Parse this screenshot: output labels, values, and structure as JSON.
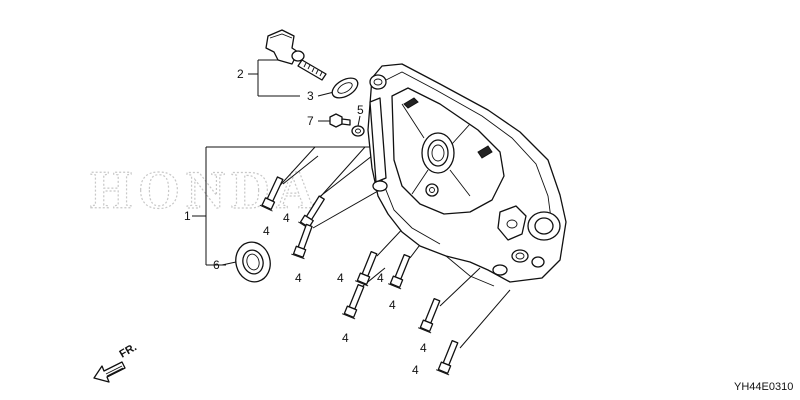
{
  "watermark": {
    "text": "HONDA",
    "color": "#cfcfcf"
  },
  "callouts": {
    "c1": "1",
    "c2": "2",
    "c3": "3",
    "c5": "5",
    "c6": "6",
    "c7": "7",
    "bolt_a": "4",
    "bolt_b": "4",
    "bolt_c": "4",
    "bolt_d": "4",
    "bolt_e": "4",
    "bolt_f": "4",
    "bolt_g": "4",
    "bolt_h": "4",
    "bolt_i": "4"
  },
  "direction_label": "FR.",
  "part_number": "YH44E0310"
}
